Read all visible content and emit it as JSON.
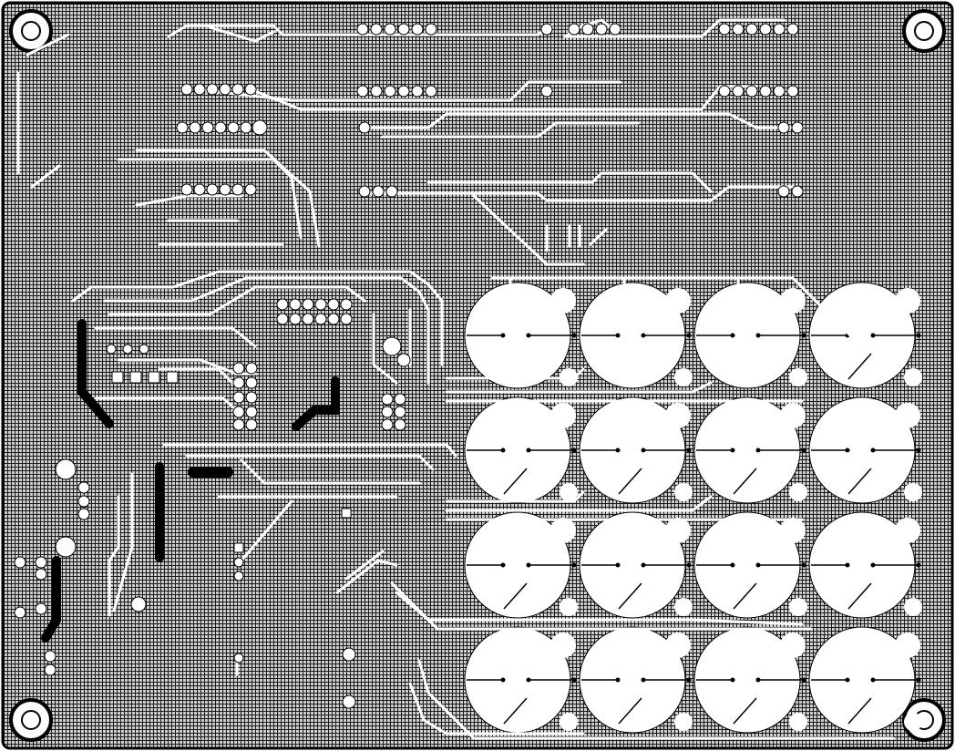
{
  "colors": {
    "board_background": "#ffffff",
    "copper_grid": "#1a1a1a",
    "grid_gap": "#cfcfcf",
    "pads_and_traces": "#ffffff",
    "fill_black": "#000000"
  },
  "button_matrix": {
    "rows": 4,
    "columns": 4,
    "pad_shape": "large-circle"
  },
  "mounting_holes": {
    "count": 4,
    "positions": [
      "top-left",
      "top-right",
      "bottom-left",
      "bottom-right"
    ]
  },
  "layer": "copper-hatched-fill"
}
